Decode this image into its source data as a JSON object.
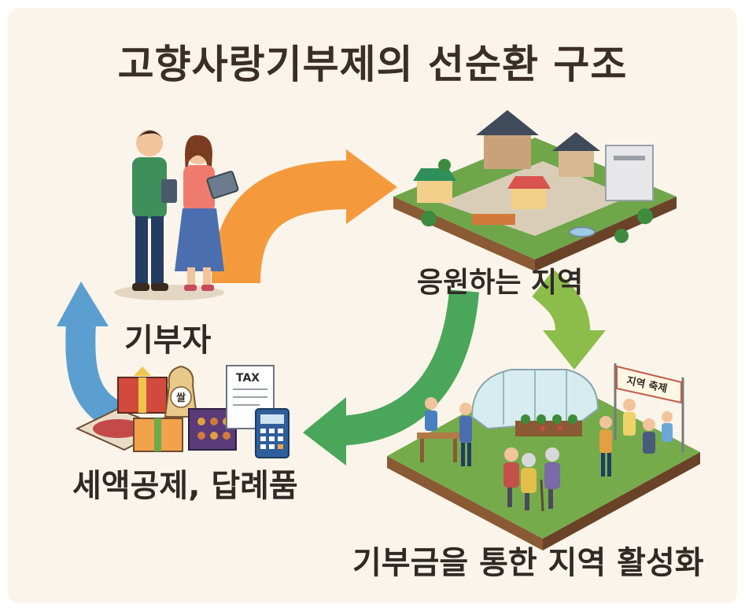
{
  "title": "고향사랑기부제의 선순환 구조",
  "nodes": {
    "donor": "기부자",
    "region": "응원하는 지역",
    "benefit": "세액공제, 답례품",
    "revitalization": "기부금을 통한 지역 활성화"
  },
  "illustration_text": {
    "rice_bag": "쌀",
    "tax_form": "TAX",
    "festival_banner": "지역 축제"
  },
  "colors": {
    "background": "#fbf4ea",
    "arrow_orange": "#f59a3c",
    "arrow_lightgreen": "#8cbd4a",
    "arrow_green": "#4aa65a",
    "arrow_blue": "#5b9fd0"
  }
}
